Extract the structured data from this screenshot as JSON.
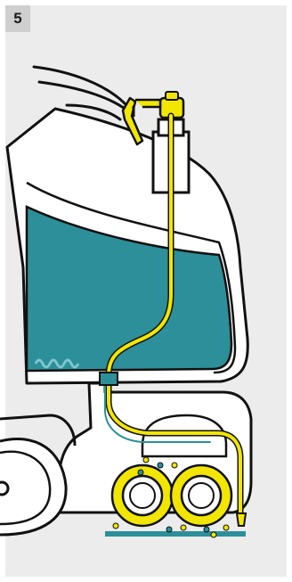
{
  "step": {
    "number": "5"
  },
  "colors": {
    "panel_background": "#ececec",
    "badge_background": "#cfcfcf",
    "outline": "#111111",
    "tank_teal": "#2c8f99",
    "hose_yellow": "#f2e600",
    "machine_white": "#ffffff"
  },
  "illustration": {
    "subject": "scrubber-dryer-water-flow",
    "parts": [
      "machine-body",
      "fresh-water-tank",
      "water-hose",
      "filler-cap",
      "brush-deck",
      "scrub-brush-left",
      "scrub-brush-right",
      "front-wheel",
      "squeegee"
    ]
  }
}
